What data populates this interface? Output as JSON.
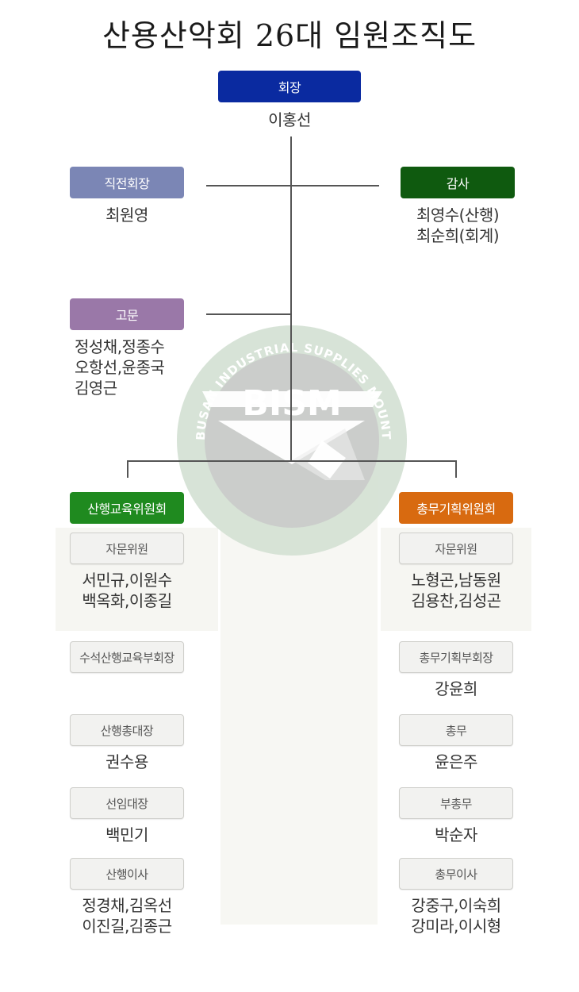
{
  "title": "산용산악회 26대 임원조직도",
  "colors": {
    "president": "#0a2aa0",
    "former_president": "#7b86b5",
    "auditor": "#0f5a0f",
    "advisor": "#9a78a8",
    "education_committee": "#1f8a1f",
    "planning_committee": "#d86a10",
    "sub_role": "#f2f2f0",
    "line": "#555555"
  },
  "watermark": {
    "logo_text": "BISM",
    "ring_text": "BUSAN INDUSTRIAL SUPPLIES MOUNTAINEERING CLUB"
  },
  "president": {
    "role": "회장",
    "name": "이홍선"
  },
  "former_president": {
    "role": "직전회장",
    "name": "최원영"
  },
  "auditor": {
    "role": "감사",
    "names": "최영수(산행)\n최순희(회계)"
  },
  "advisor": {
    "role": "고문",
    "names": "정성채,정종수\n오항선,윤종국\n김영근"
  },
  "education_committee": {
    "title": "산행교육위원회",
    "roles": [
      {
        "role": "자문위원",
        "names": "서민규,이원수\n백옥화,이종길"
      },
      {
        "role": "수석산행교육부회장",
        "names": ""
      },
      {
        "role": "산행총대장",
        "names": "권수용"
      },
      {
        "role": "선임대장",
        "names": "백민기"
      },
      {
        "role": "산행이사",
        "names": "정경채,김옥선\n이진길,김종근"
      }
    ]
  },
  "planning_committee": {
    "title": "총무기획위원회",
    "roles": [
      {
        "role": "자문위원",
        "names": "노형곤,남동원\n김용찬,김성곤"
      },
      {
        "role": "총무기획부회장",
        "names": "강윤희"
      },
      {
        "role": "총무",
        "names": "윤은주"
      },
      {
        "role": "부총무",
        "names": "박순자"
      },
      {
        "role": "총무이사",
        "names": "강중구,이숙희\n강미라,이시형"
      }
    ]
  }
}
